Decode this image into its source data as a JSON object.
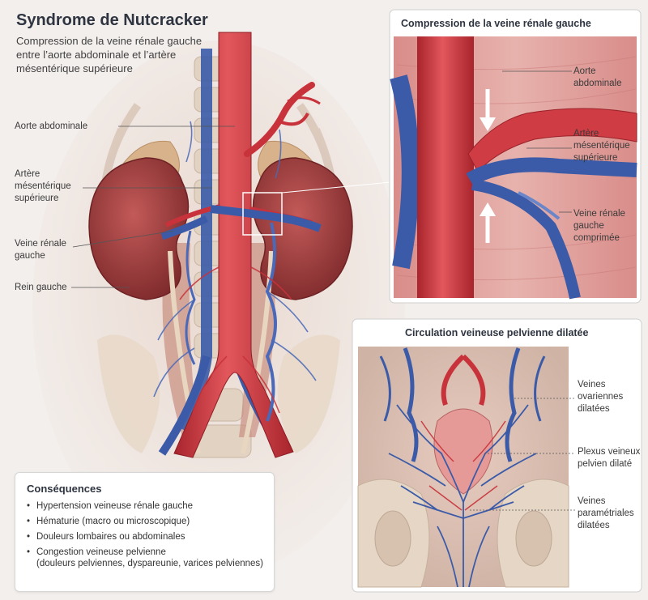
{
  "title": "Syndrome de Nutcracker",
  "subtitle": "Compression de la veine rénale gauche\nentre l’aorte abdominale et l’artère\nmésentérique supérieure",
  "main_labels": {
    "aorta": "Aorte abdominale",
    "sma": "Artère\nmésentérique\nsupérieure",
    "left_renal_vein": "Veine rénale\ngauche",
    "left_kidney": "Rein gauche"
  },
  "compression_panel": {
    "title": "Compression de la veine rénale gauche",
    "labels": {
      "aorta": "Aorte\nabdominale",
      "sma": "Artère\nmésentérique\nsupérieure",
      "compressed_vein": "Veine rénale\ngauche\ncomprimée"
    }
  },
  "pelvic_panel": {
    "title": "Circulation veineuse pelvienne dilatée",
    "labels": {
      "ovarian_veins": "Veines\novariennes\ndilatées",
      "pelvic_plexus": "Plexus veineux\npelvien dilaté",
      "parametrial_veins": "Veines\nparamétriales\ndilatées"
    }
  },
  "consequences": {
    "title": "Conséquences",
    "items": [
      "Hypertension veineuse rénale gauche",
      "Hématurie (macro ou microscopique)",
      "Douleurs lombaires ou abdominales",
      "Congestion veineuse pelvienne"
    ],
    "last_item_detail": "(douleurs pelviennes, dyspareunie, varices pelviennes)"
  },
  "colors": {
    "artery": "#c8323a",
    "vein": "#3b5ba8",
    "kidney": "#9e3b3b",
    "background": "#f3efec"
  }
}
